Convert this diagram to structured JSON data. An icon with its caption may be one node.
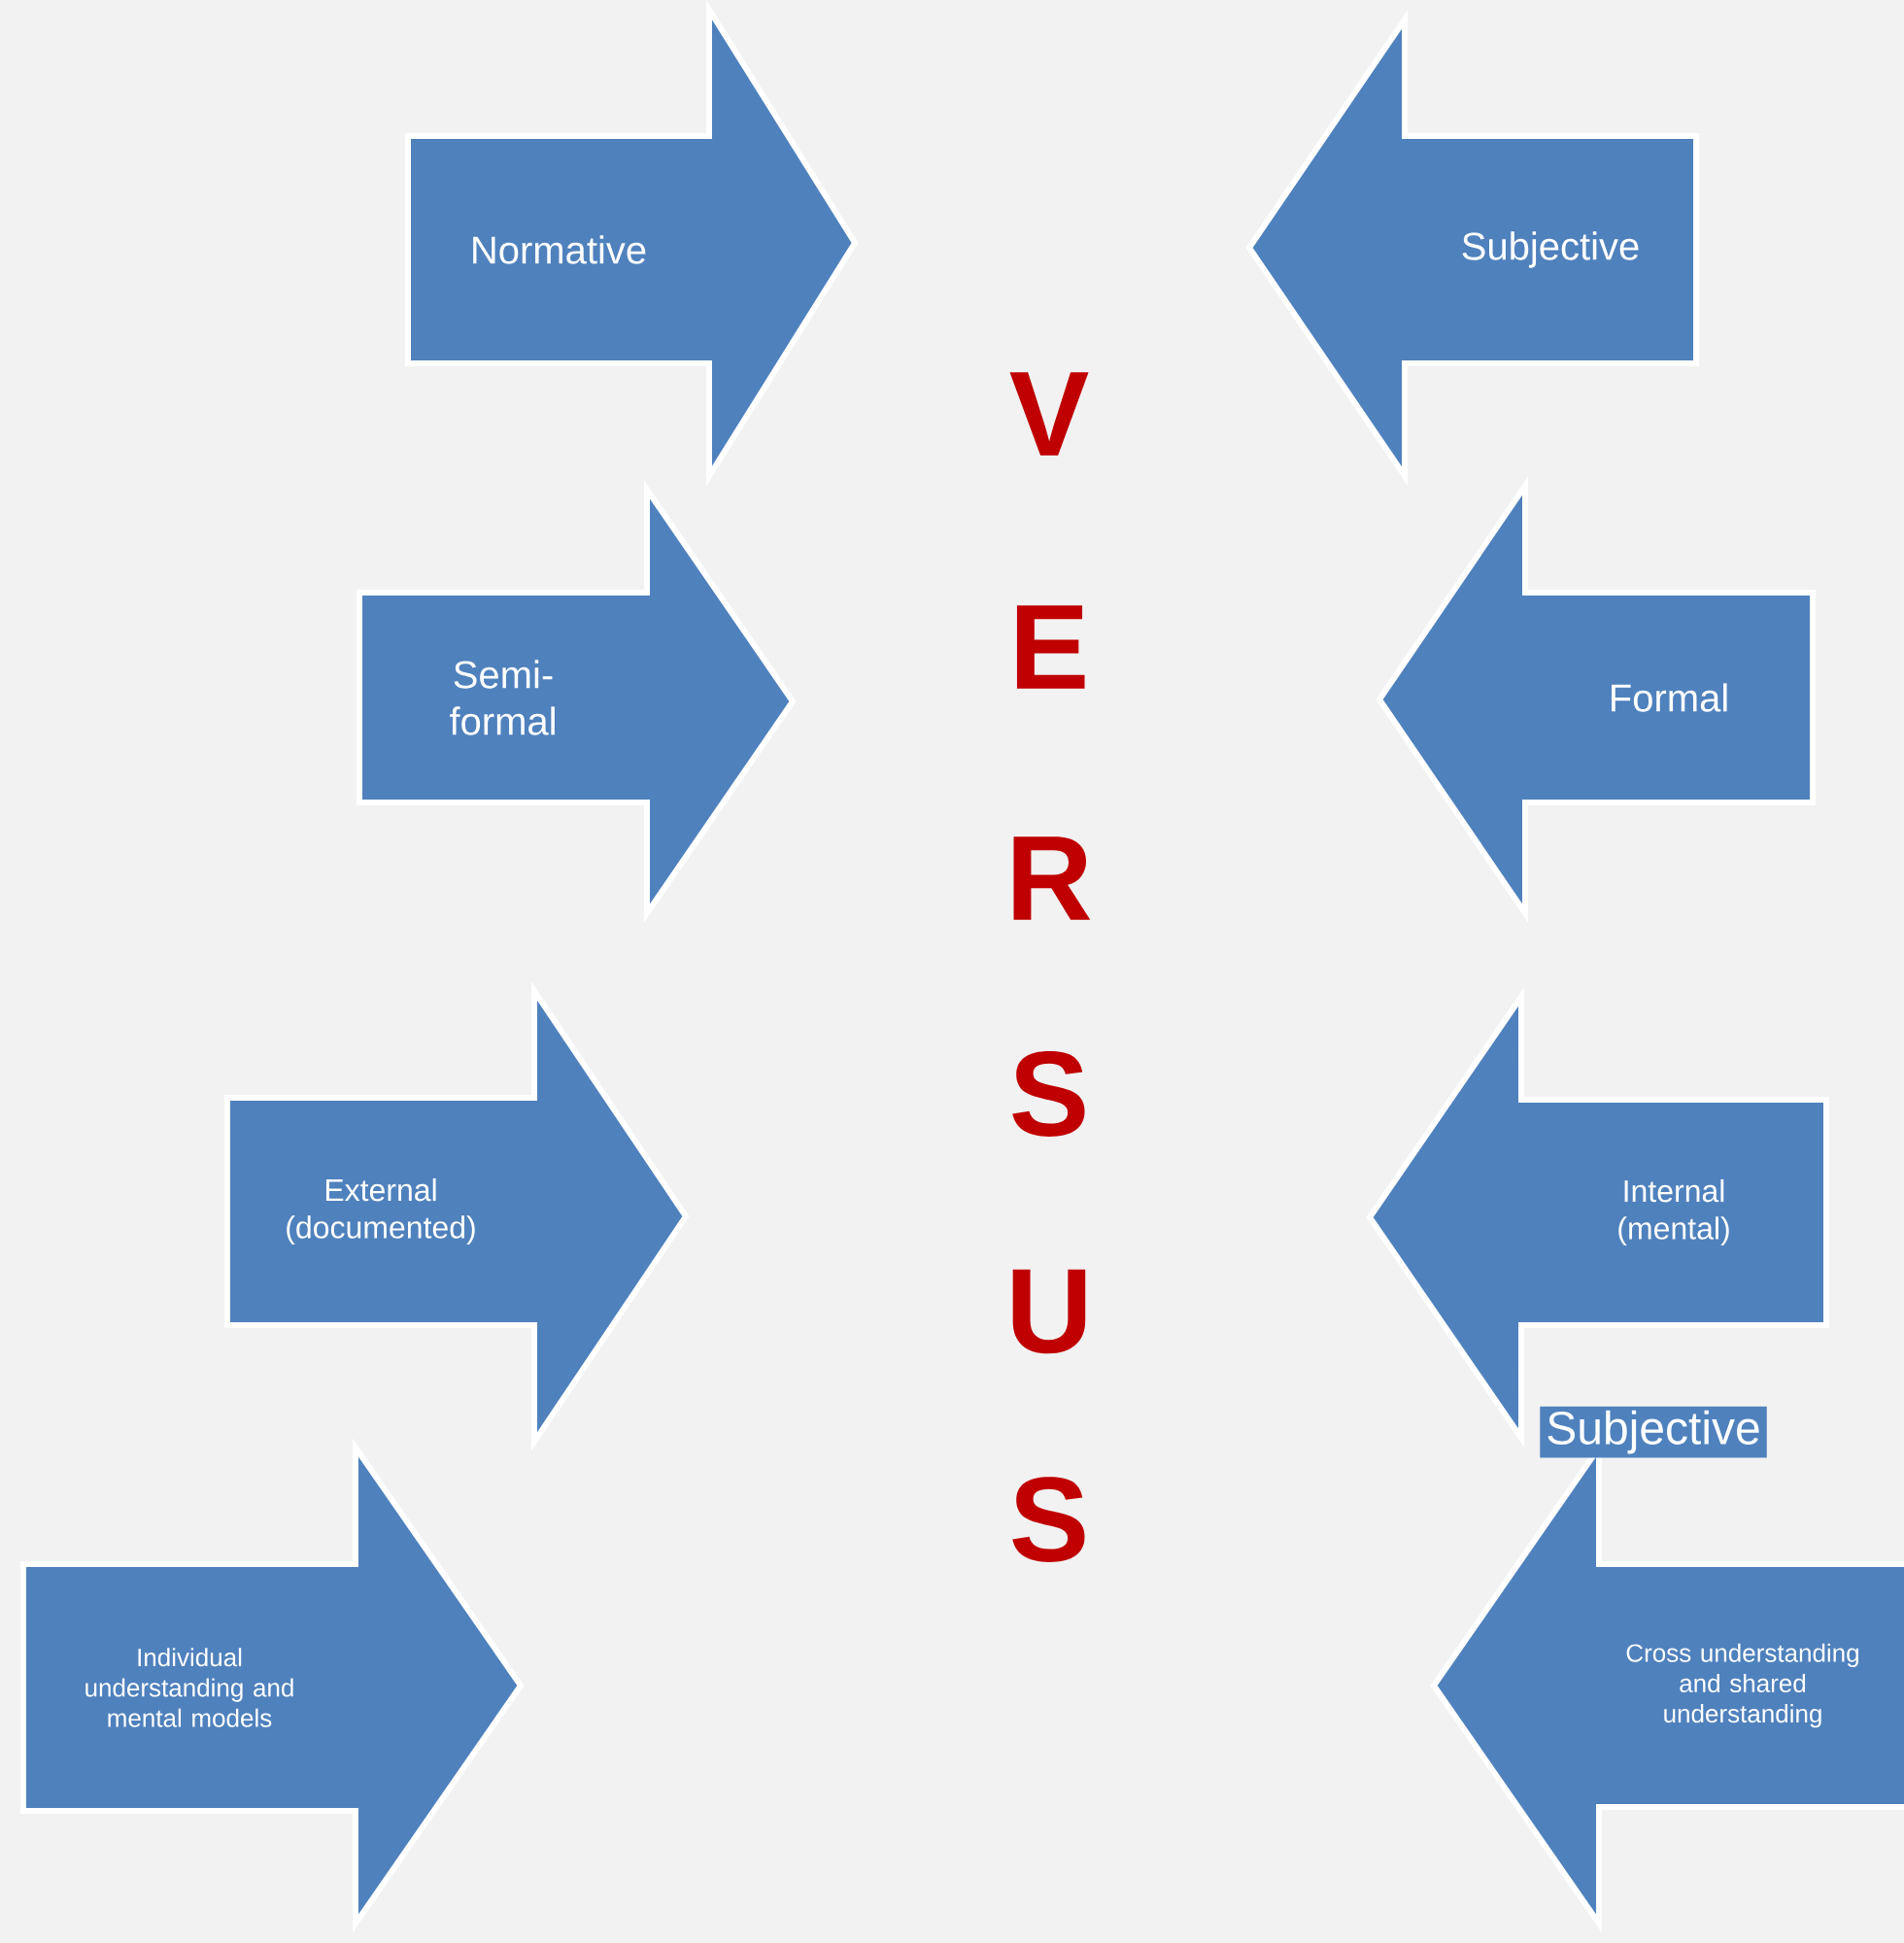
{
  "diagram": {
    "nodes": [
      {
        "text": [
          "Normative"
        ]
      },
      {
        "text": [
          "Subjective"
        ]
      },
      {
        "text": [
          "Semi-formal"
        ]
      },
      {
        "text": [
          "Formal"
        ]
      },
      {
        "text": [
          "External (documented)"
        ]
      },
      {
        "text": [
          "Internal (mental)"
        ]
      },
      {
        "text": [
          "Individual understanding and mental models"
        ]
      },
      {
        "text": [
          "Cross understanding and shared understanding"
        ]
      }
    ],
    "labels": [
      "V",
      "E",
      "R",
      "S",
      "U",
      "S",
      "Subjective"
    ]
  }
}
